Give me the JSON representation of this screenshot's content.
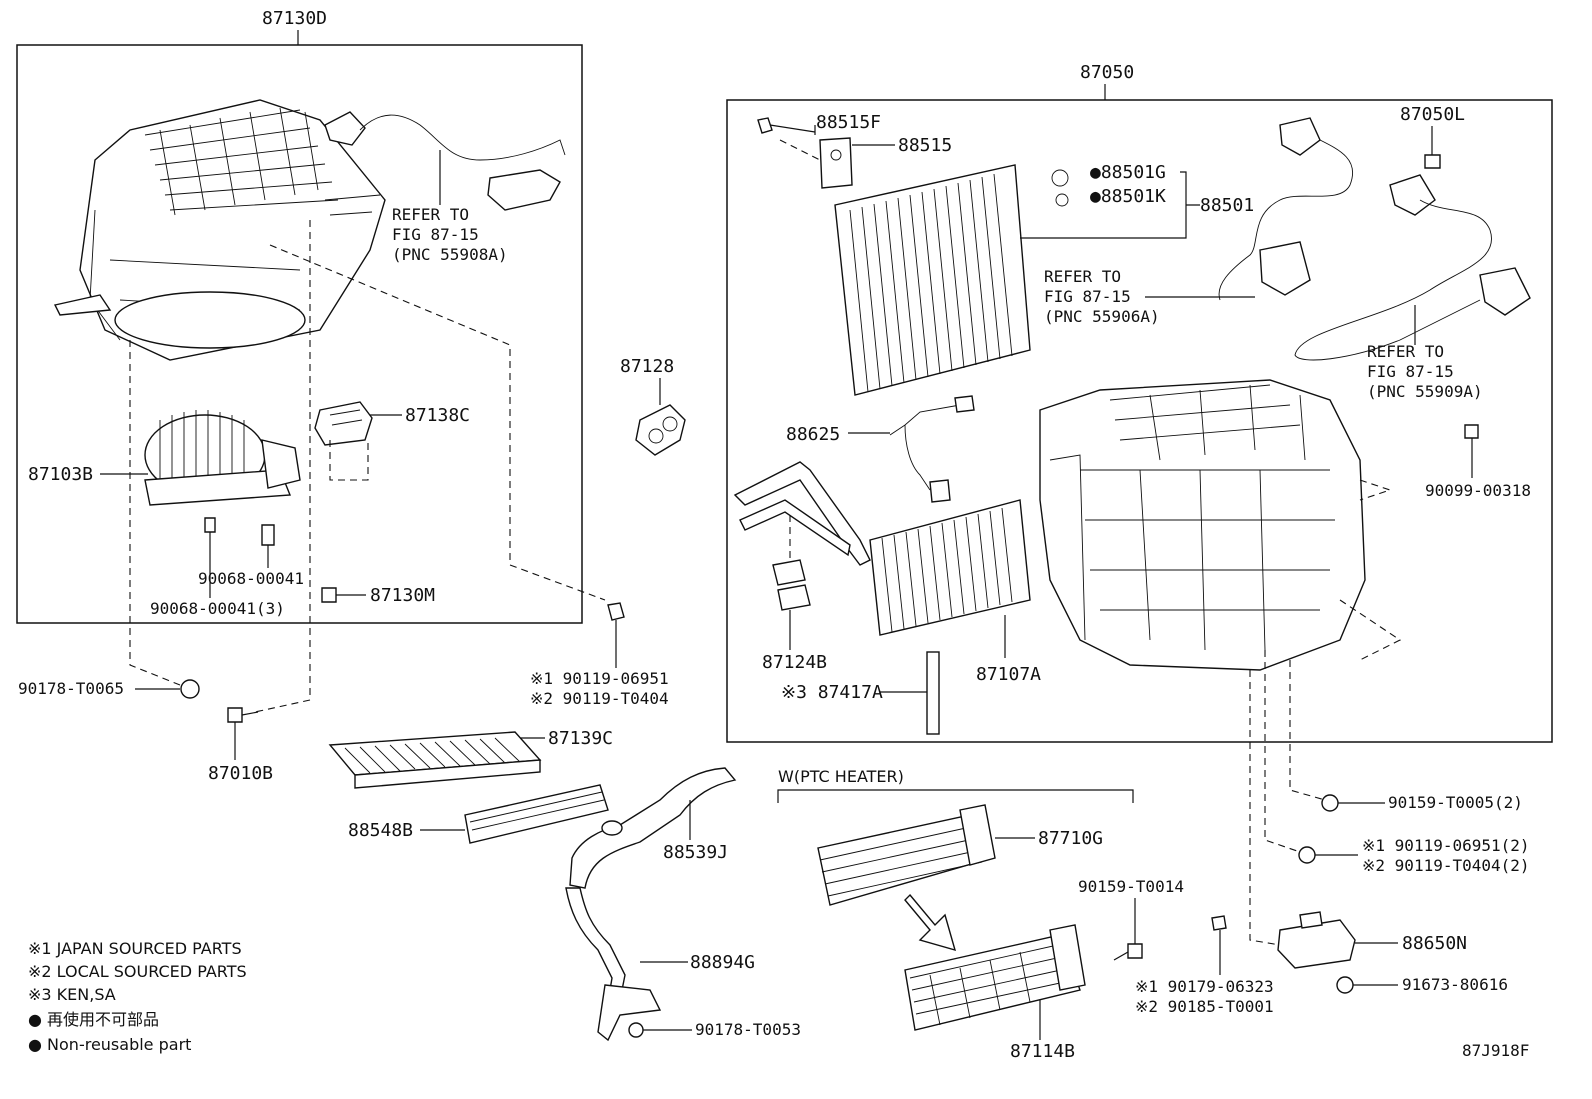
{
  "figure_code": "87J918F",
  "groups": {
    "blower_assembly": "87130D",
    "radiator_assembly": "87050",
    "ptc_heater": "W(PTC HEATER)"
  },
  "parts": {
    "p87138C": "87138C",
    "p87103B": "87103B",
    "p90068_00041": "90068-00041",
    "p90068_00041_3": "90068-00041(3)",
    "p87130M": "87130M",
    "p87128": "87128",
    "p90178_T0065": "90178-T0065",
    "p87010B": "87010B",
    "p90119_06951_s1": "※1 90119-06951",
    "p90119_T0404_s2": "※2 90119-T0404",
    "p87139C": "87139C",
    "p88548B": "88548B",
    "p88539J": "88539J",
    "p88894G": "88894G",
    "p90178_T0053": "90178-T0053",
    "p88515F": "88515F",
    "p88515": "88515",
    "p88501G": "●88501G",
    "p88501K": "●88501K",
    "p88501": "88501",
    "p87050L": "87050L",
    "p88625": "88625",
    "p87124B": "87124B",
    "p87107A": "87107A",
    "p87417A": "※3 87417A",
    "p90099_00318": "90099-00318",
    "p90159_T0005_2": "90159-T0005(2)",
    "p90119_06951_2": "※1 90119-06951(2)",
    "p90119_T0404_2": "※2 90119-T0404(2)",
    "p87710G": "87710G",
    "p90159_T0014": "90159-T0014",
    "p87114B": "87114B",
    "p90179_06323": "※1 90179-06323",
    "p90185_T0001": "※2 90185-T0001",
    "p88650N": "88650N",
    "p91673_80616": "91673-80616"
  },
  "refs": {
    "r1": [
      "REFER TO",
      "FIG 87-15",
      "(PNC 55908A)"
    ],
    "r2": [
      "REFER TO",
      "FIG 87-15",
      "(PNC 55906A)"
    ],
    "r3": [
      "REFER TO",
      "FIG 87-15",
      "(PNC 55909A)"
    ]
  },
  "legend": {
    "l1": "※1 JAPAN SOURCED PARTS",
    "l2": "※2 LOCAL SOURCED PARTS",
    "l3": "※3 KEN,SA",
    "l4": "● 再使用不可部品",
    "l5": "● Non-reusable part"
  }
}
